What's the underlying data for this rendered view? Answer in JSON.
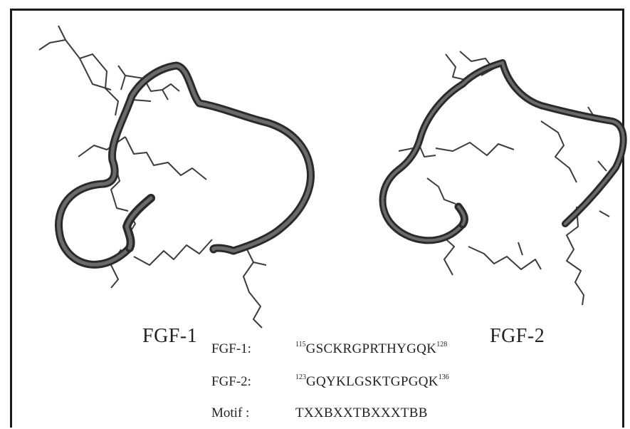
{
  "structures": [
    {
      "label": "FGF-1"
    },
    {
      "label": "FGF-2"
    }
  ],
  "sequences": [
    {
      "name": "FGF-1:",
      "start": "115",
      "residues": "GSCKRGPRTHYGQK",
      "end": "128"
    },
    {
      "name": "FGF-2:",
      "start": "123",
      "residues": "GQYKLGSKTGPGQK",
      "end": "136"
    },
    {
      "name": "Motif :",
      "start": "",
      "residues": "TXXBXXTBXXXTBB",
      "end": ""
    }
  ],
  "colors": {
    "backbone": "#4e4e4e",
    "sidechain": "#3c3c3c",
    "frame": "#1c1c1c"
  }
}
